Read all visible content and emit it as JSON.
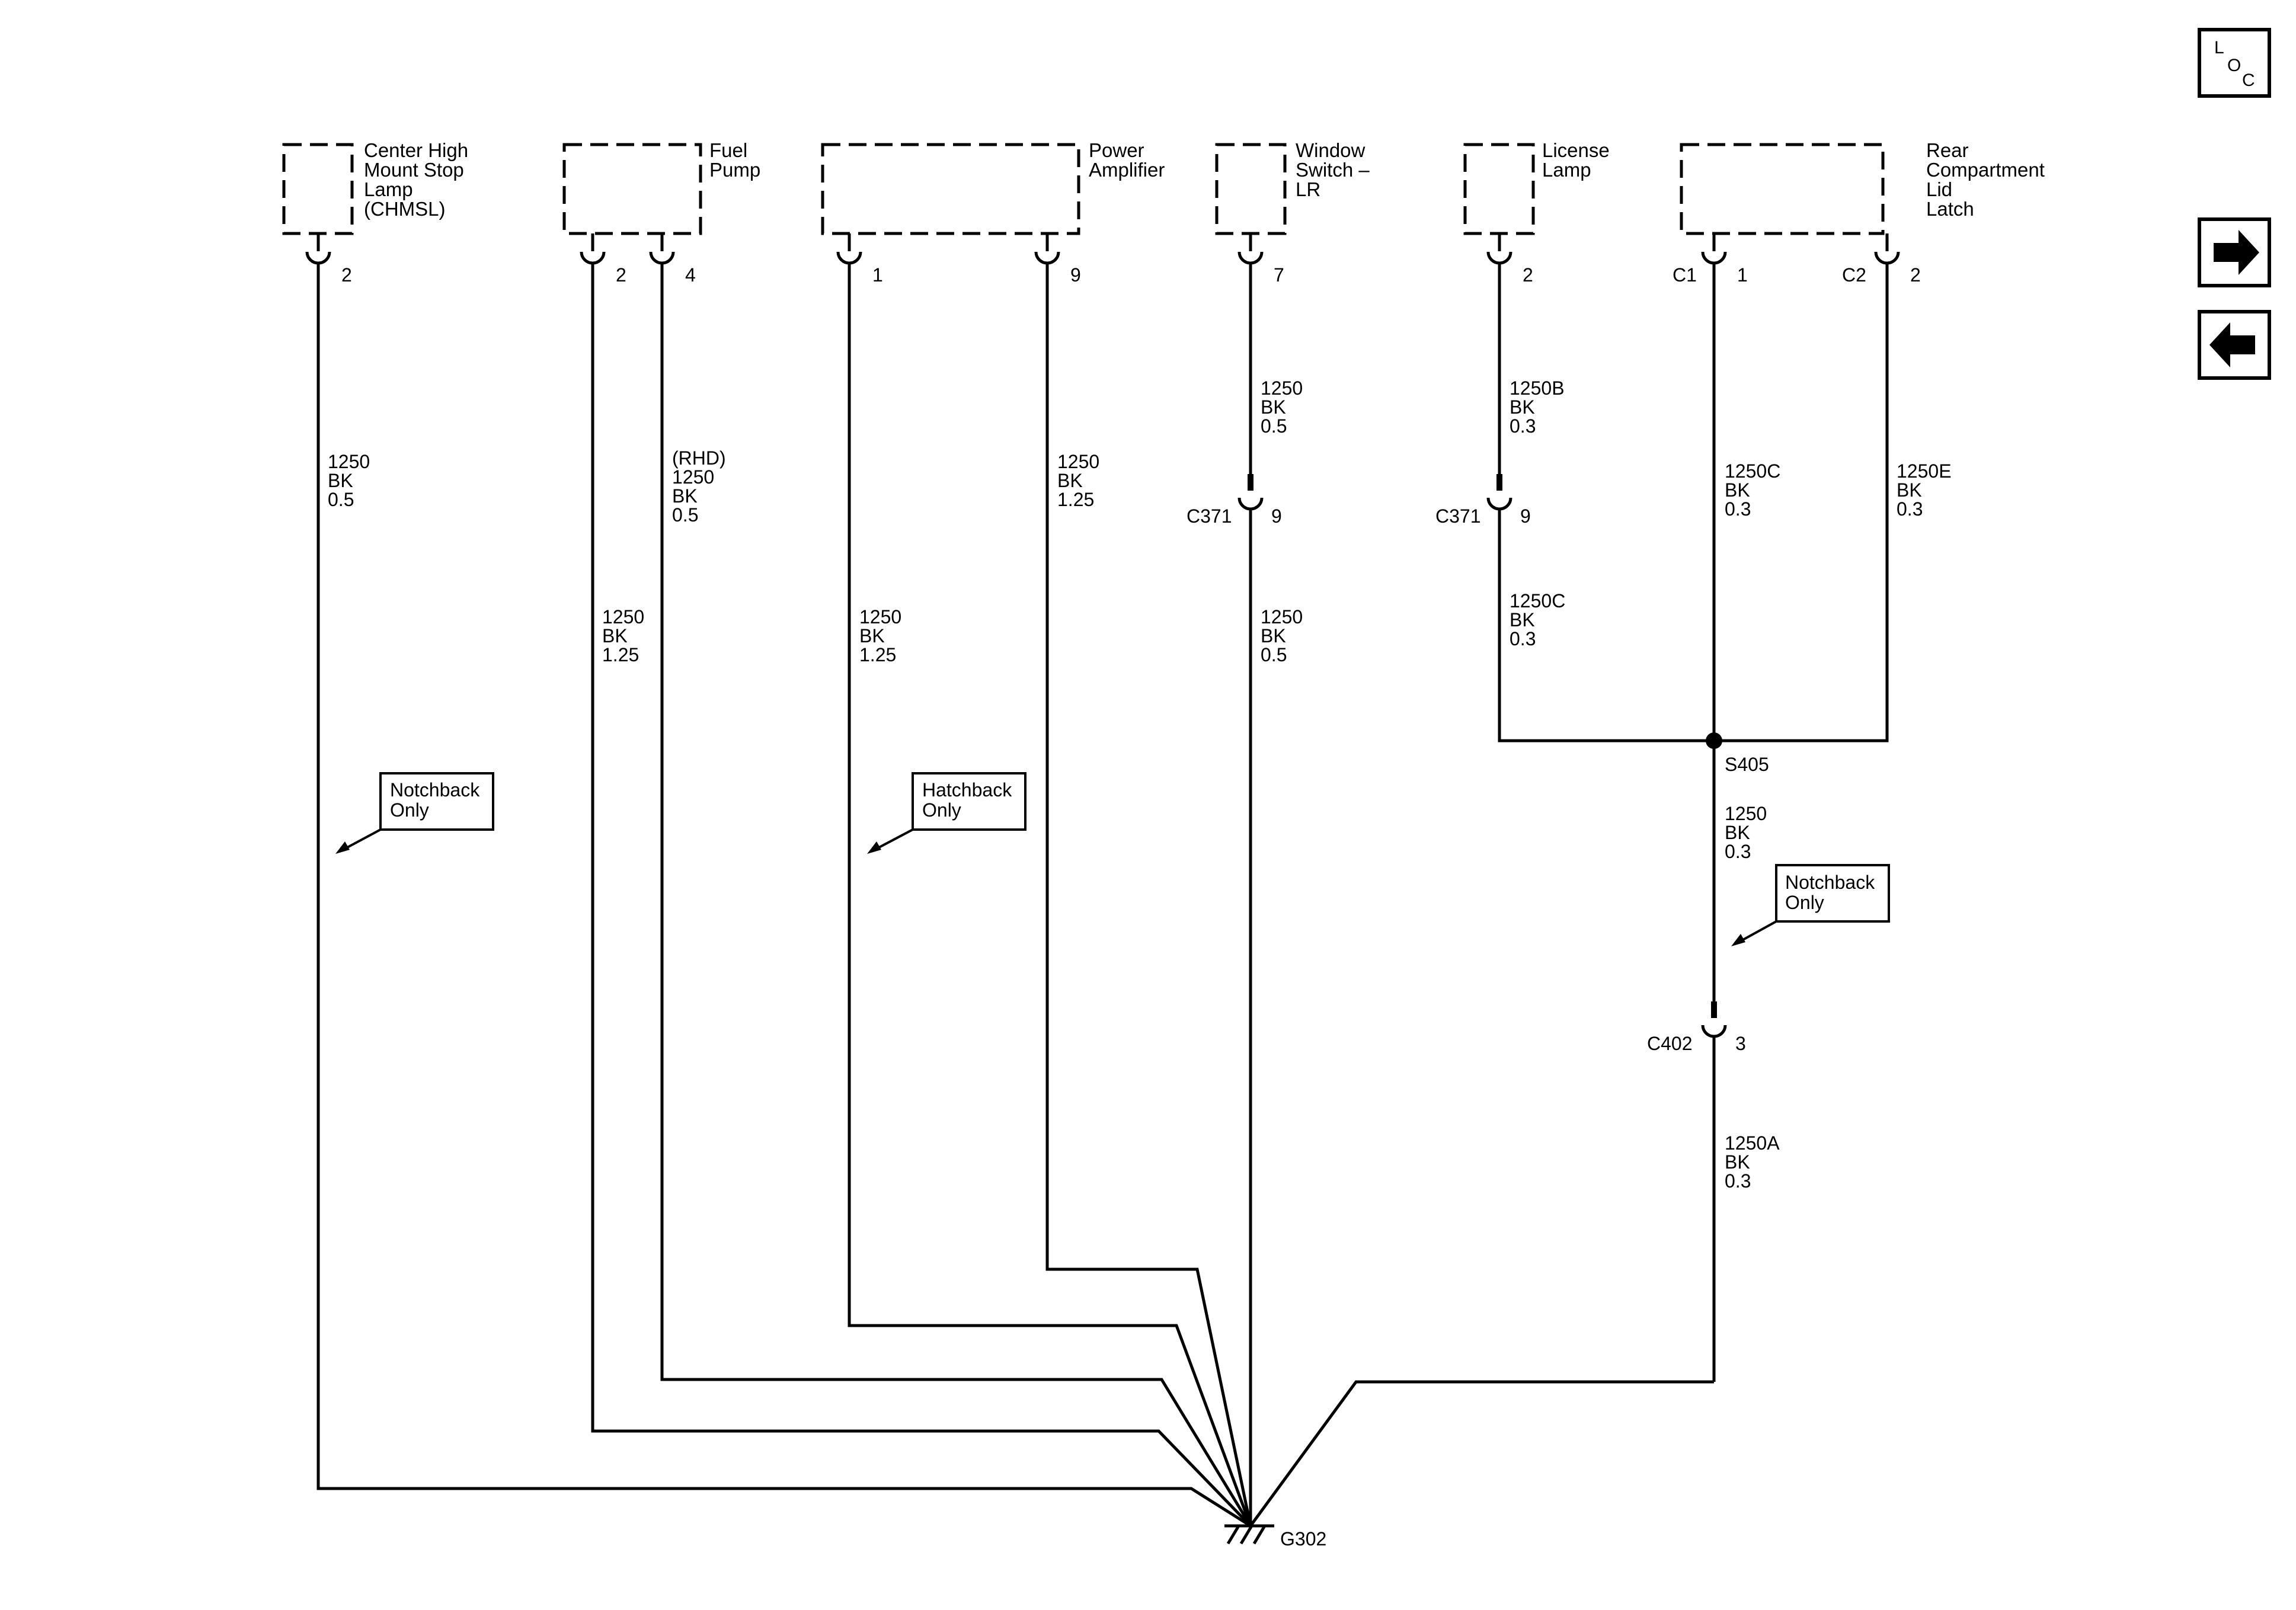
{
  "components": {
    "chmsl": [
      "Center High",
      "Mount Stop",
      "Lamp",
      "(CHMSL)"
    ],
    "fuel_pump": [
      "Fuel",
      "Pump"
    ],
    "power_amp": [
      "Power",
      "Amplifier"
    ],
    "window_switch": [
      "Window",
      "Switch –",
      "LR"
    ],
    "license_lamp": [
      "License",
      "Lamp"
    ],
    "rear_latch": [
      "Rear",
      "Compartment",
      "Lid",
      "Latch"
    ]
  },
  "pins": {
    "chmsl": "2",
    "fuel_a": "2",
    "fuel_b": "4",
    "amp_a": "1",
    "amp_b": "9",
    "window": "7",
    "license": "2",
    "latch_c1_conn": "C1",
    "latch_c1_pin": "1",
    "latch_c2_conn": "C2",
    "latch_c2_pin": "2"
  },
  "connectors": {
    "c371_win": {
      "name": "C371",
      "pin": "9"
    },
    "c371_lic": {
      "name": "C371",
      "pin": "9"
    },
    "c402": {
      "name": "C402",
      "pin": "3"
    }
  },
  "splice": "S405",
  "ground": "G302",
  "wires": {
    "chmsl": [
      "1250",
      "BK",
      "0.5"
    ],
    "fuel_2": [
      "1250",
      "BK",
      "1.25"
    ],
    "fuel_4": [
      "(RHD)",
      "1250",
      "BK",
      "0.5"
    ],
    "amp_1": [
      "1250",
      "BK",
      "1.25"
    ],
    "amp_9": [
      "1250",
      "BK",
      "1.25"
    ],
    "win_upper": [
      "1250",
      "BK",
      "0.5"
    ],
    "win_lower": [
      "1250",
      "BK",
      "0.5"
    ],
    "lic_upper": [
      "1250B",
      "BK",
      "0.3"
    ],
    "lic_lower": [
      "1250C",
      "BK",
      "0.3"
    ],
    "latch_c1": [
      "1250C",
      "BK",
      "0.3"
    ],
    "latch_c2": [
      "1250E",
      "BK",
      "0.3"
    ],
    "splice_out": [
      "1250",
      "BK",
      "0.3"
    ],
    "c402_out": [
      "1250A",
      "BK",
      "0.3"
    ]
  },
  "notes": {
    "notchback_1": [
      "Notchback",
      "Only"
    ],
    "hatchback": [
      "Hatchback",
      "Only"
    ],
    "notchback_2": [
      "Notchback",
      "Only"
    ]
  },
  "loc_button": {
    "letters": [
      "L",
      "O",
      "C"
    ]
  },
  "nav": {
    "next_icon": "arrow-right-icon",
    "prev_icon": "arrow-left-icon"
  }
}
